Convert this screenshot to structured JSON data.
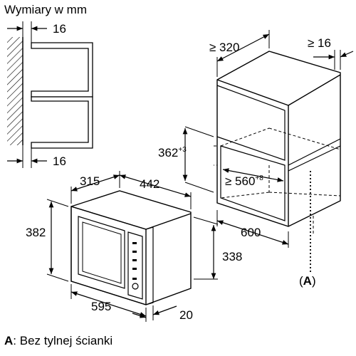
{
  "title": "Wymiary w mm",
  "dimensions": {
    "wall_gap_top": "16",
    "wall_gap_bottom": "16",
    "cabinet_depth": "≥ 320",
    "cabinet_side_gap": "≥ 16",
    "niche_height": "362",
    "niche_height_tol": "+3",
    "niche_width": "≥ 560",
    "niche_width_tol": "+8",
    "cabinet_width": "600",
    "unit_depth": "442",
    "unit_side": "315",
    "unit_height": "382",
    "door_height": "338",
    "unit_width": "595",
    "frame_depth": "20"
  },
  "marker": "(A)",
  "footnote": {
    "label": "A",
    "text": ": Bez tylnej ścianki"
  }
}
